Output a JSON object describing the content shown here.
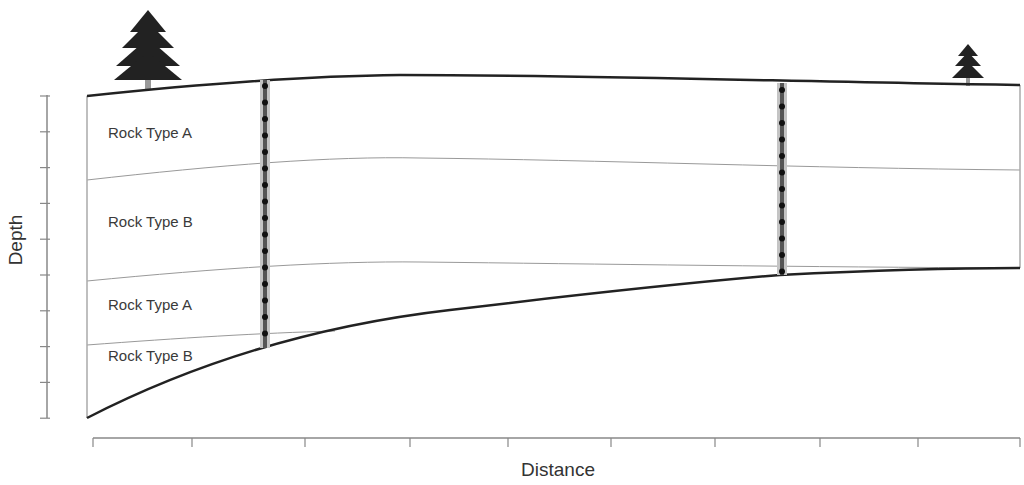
{
  "diagram": {
    "labels": [
      "Rock Type A",
      "Rock Type B",
      "Rock Type A",
      "Rock Type B",
      "Depth",
      "Distance"
    ]
  }
}
